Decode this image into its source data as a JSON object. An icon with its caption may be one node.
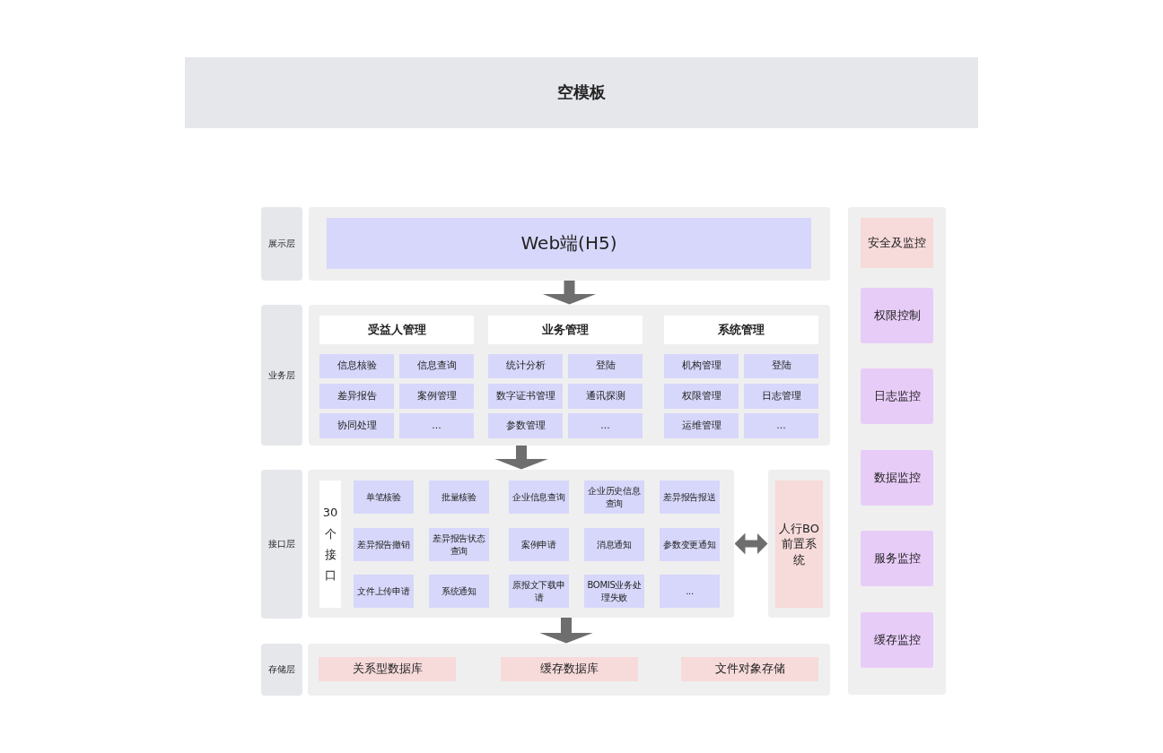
{
  "diagram": {
    "nodes": [
      {
        "text": [
          "空模板"
        ]
      },
      {
        "text": [
          "展示层"
        ]
      },
      {
        "text": [],
        "shape": "box"
      },
      {
        "text": [
          "Web端(H5)"
        ],
        "in": 2
      },
      {
        "text": [
          "业务层"
        ]
      },
      {
        "text": [],
        "shape": "box"
      },
      {
        "text": [
          "受益人管理"
        ],
        "in": 5
      },
      {
        "text": [
          "业务管理"
        ],
        "in": 5
      },
      {
        "text": [
          "系统管理"
        ],
        "in": 5
      },
      {
        "text": [
          "信息核验"
        ],
        "in": 5
      },
      {
        "text": [
          "信息查询"
        ],
        "in": 5
      },
      {
        "text": [
          "统计分析"
        ],
        "in": 5
      },
      {
        "text": [
          "登陆"
        ],
        "in": 5
      },
      {
        "text": [
          "机构管理"
        ],
        "in": 5
      },
      {
        "text": [
          "登陆"
        ],
        "in": 5
      },
      {
        "text": [
          "差异报告"
        ],
        "in": 5
      },
      {
        "text": [
          "案例管理"
        ],
        "in": 5
      },
      {
        "text": [
          "数字证书管理"
        ],
        "in": 5
      },
      {
        "text": [
          "通讯探测"
        ],
        "in": 5
      },
      {
        "text": [
          "权限管理"
        ],
        "in": 5
      },
      {
        "text": [
          "日志管理"
        ],
        "in": 5
      },
      {
        "text": [
          "协同处理"
        ],
        "in": 5
      },
      {
        "text": [
          "..."
        ],
        "in": 5
      },
      {
        "text": [
          "参数管理"
        ],
        "in": 5
      },
      {
        "text": [
          "..."
        ],
        "in": 5
      },
      {
        "text": [
          "运维管理"
        ],
        "in": 5
      },
      {
        "text": [
          "..."
        ],
        "in": 5
      },
      {
        "text": [
          "接口层"
        ]
      },
      {
        "text": [],
        "shape": "box"
      },
      {
        "text": [
          "30个接口"
        ],
        "in": 28
      },
      {
        "text": [
          "单笔核验"
        ],
        "in": 28
      },
      {
        "text": [
          "批量核验"
        ],
        "in": 28
      },
      {
        "text": [
          "企业信息查询"
        ],
        "in": 28
      },
      {
        "text": [
          "企业历史信息查询"
        ],
        "in": 28
      },
      {
        "text": [
          "差异报告报送"
        ],
        "in": 28
      },
      {
        "text": [
          "差异报告撤销"
        ],
        "in": 28
      },
      {
        "text": [
          "差异报告状态查询"
        ],
        "in": 28
      },
      {
        "text": [
          "案例申请"
        ],
        "in": 28
      },
      {
        "text": [
          "消息通知"
        ],
        "in": 28
      },
      {
        "text": [
          "参数变更通知"
        ],
        "in": 28
      },
      {
        "text": [
          "文件上传申请"
        ],
        "in": 28
      },
      {
        "text": [
          "系统通知"
        ],
        "in": 28
      },
      {
        "text": [
          "原报文下载申请"
        ],
        "in": 28
      },
      {
        "text": [
          "BOMIS业务处理失败"
        ],
        "in": 28
      },
      {
        "text": [
          "..."
        ],
        "in": 28
      },
      {
        "text": [],
        "shape": "box"
      },
      {
        "text": [
          "人行BO前置系统"
        ],
        "in": 45
      },
      {
        "text": [
          "存储层"
        ]
      },
      {
        "text": [],
        "shape": "box"
      },
      {
        "text": [
          "关系型数据库"
        ],
        "in": 48
      },
      {
        "text": [
          "缓存数据库"
        ],
        "in": 48
      },
      {
        "text": [
          "文件对象存储"
        ],
        "in": 48
      },
      {
        "text": [],
        "shape": "box"
      },
      {
        "text": [
          "安全及监控"
        ],
        "in": 52
      },
      {
        "text": [
          "权限控制"
        ],
        "in": 52
      },
      {
        "text": [
          "日志监控"
        ],
        "in": 52
      },
      {
        "text": [
          "数据监控"
        ],
        "in": 52
      },
      {
        "text": [
          "服务监控"
        ],
        "in": 52
      },
      {
        "text": [
          "缓存监控"
        ],
        "in": 52
      }
    ],
    "edges": [
      {
        "from": 2,
        "to": 5,
        "arrow": "to"
      },
      {
        "from": 5,
        "to": 28,
        "arrow": "to"
      },
      {
        "from": 28,
        "to": 48,
        "arrow": "to"
      },
      {
        "from": 28,
        "to": 45,
        "arrow": "both"
      }
    ]
  }
}
